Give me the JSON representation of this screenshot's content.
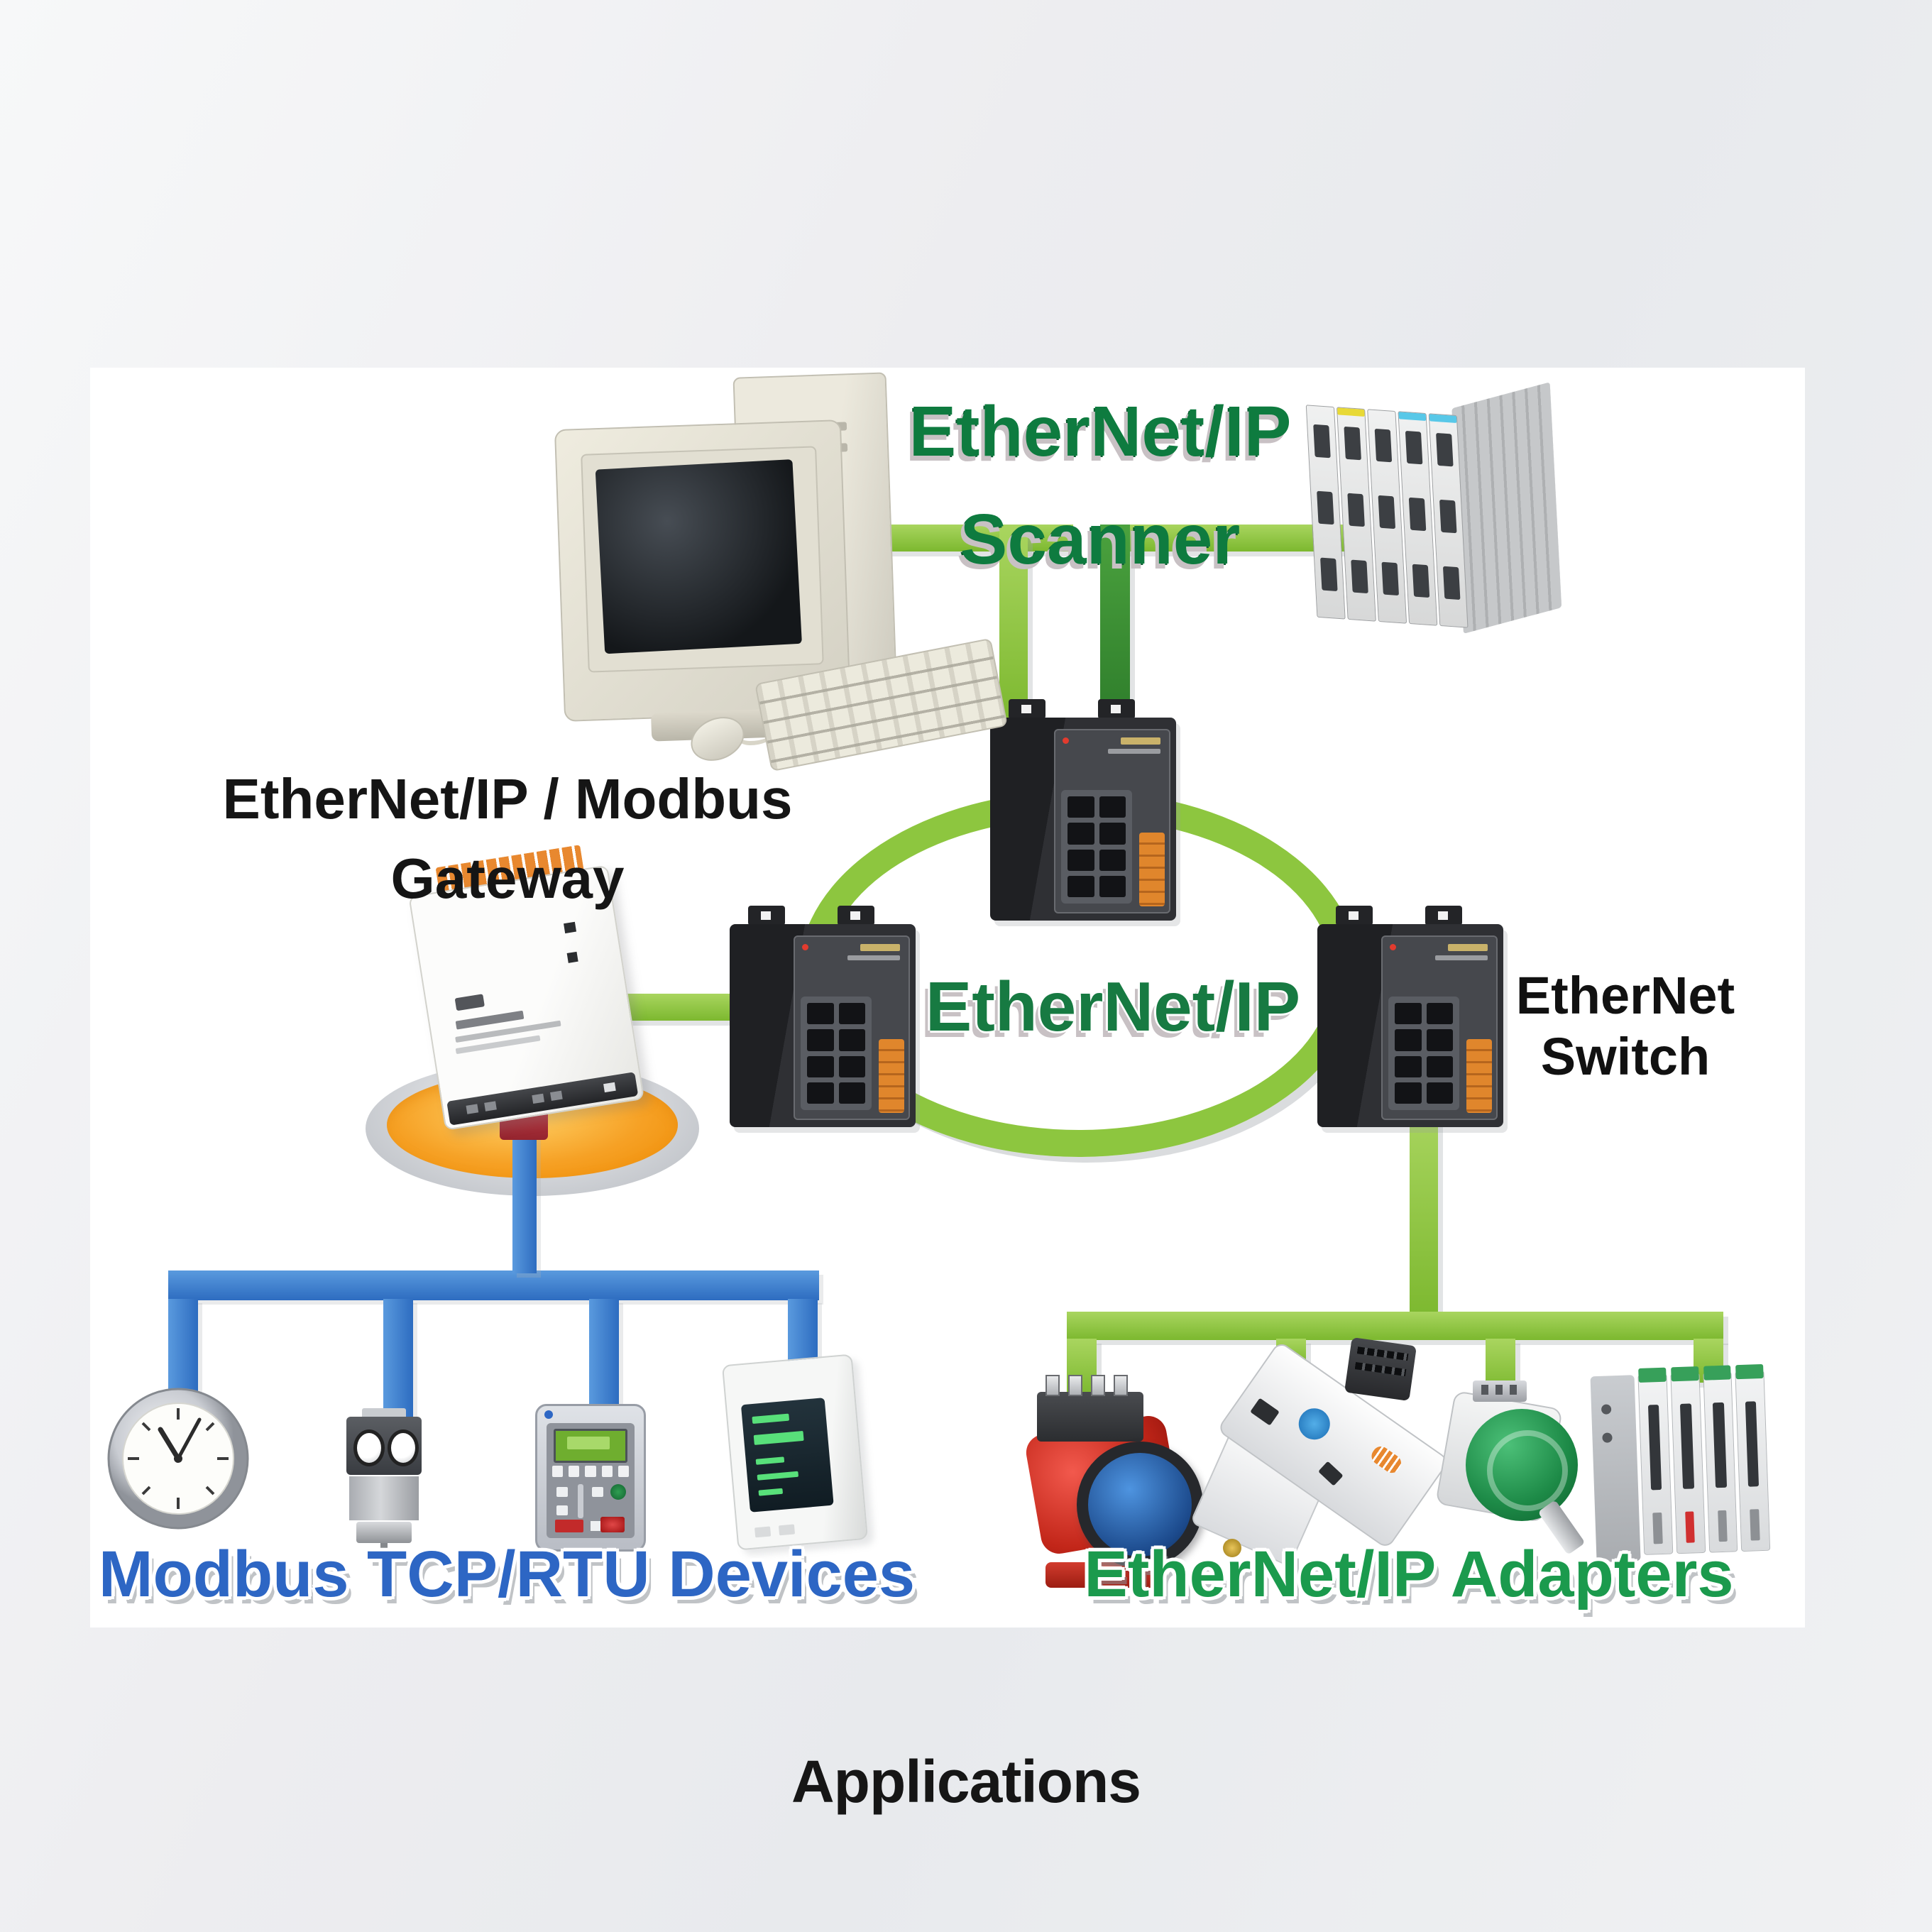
{
  "page": {
    "caption": "Applications"
  },
  "diagram": {
    "labels": {
      "scanner": {
        "line1": "EtherNet/IP",
        "line2": "Scanner"
      },
      "gateway": {
        "line1": "EtherNet/IP / Modbus",
        "line2": "Gateway"
      },
      "ring": "EtherNet/IP",
      "switch": {
        "line1": "EtherNet",
        "line2": "Switch"
      },
      "modbus_devices": "Modbus TCP/RTU Devices",
      "adapters": "EtherNet/IP Adapters"
    },
    "colors": {
      "ethernet_line_green": "#8dc63f",
      "ethernet_cable_dark_green": "#3b9434",
      "modbus_line_blue": "#2d6cc0",
      "scanner_text_green": "#0e7b3f",
      "adapters_text_green": "#1b9a4d",
      "modbus_text_blue": "#2d66c4",
      "gateway_disc_orange": "#f6a125"
    }
  }
}
